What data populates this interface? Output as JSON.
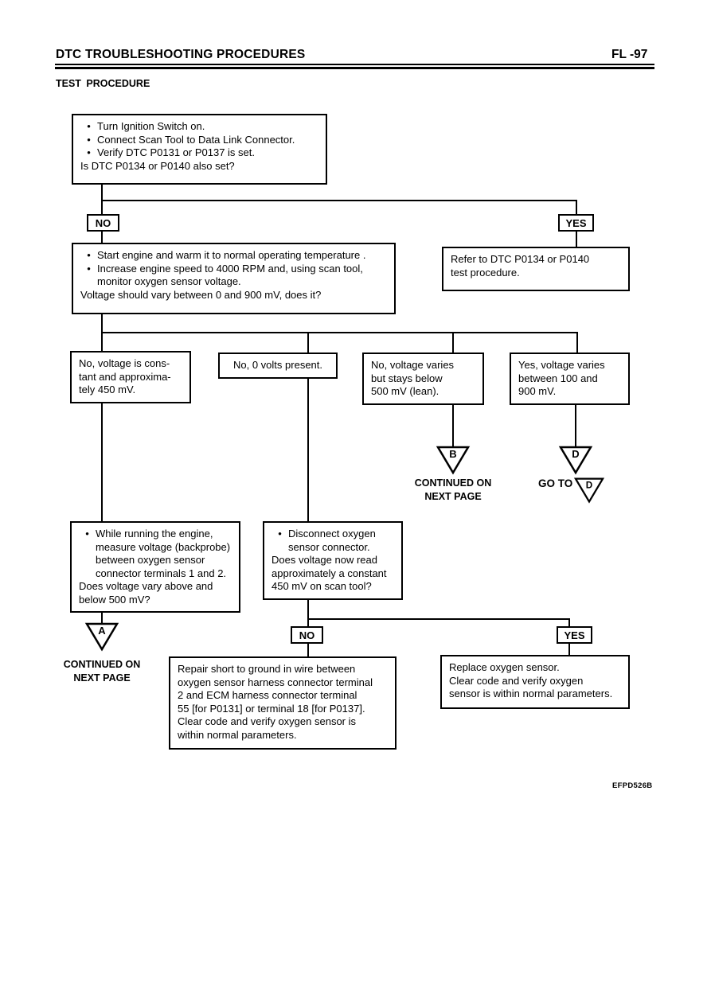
{
  "header": {
    "title": "DTC TROUBLESHOOTING PROCEDURES",
    "page_number": "FL -97",
    "section_title": "TEST PROCEDURE"
  },
  "glyphs": {
    "bullet": "•"
  },
  "colors": {
    "ink": "#000000",
    "paper": "#ffffff"
  },
  "flow": {
    "start": {
      "bullets": [
        "Turn Ignition Switch on.",
        "Connect Scan Tool to Data Link Connector.",
        "Verify DTC P0131 or P0137 is set."
      ],
      "question": "Is DTC P0134 or P0140 also set?"
    },
    "labels": {
      "no1": "NO",
      "yes1": "YES",
      "no2": "NO",
      "yes2": "YES"
    },
    "engine": {
      "bullets": [
        "Start engine and warm it to normal operating temperature .",
        "Increase engine speed to 4000 RPM and, using scan tool, monitor oxygen sensor voltage."
      ],
      "question": "Voltage should vary between 0 and 900 mV, does it?"
    },
    "refer": {
      "lines": [
        "Refer to DTC P0134 or P0140",
        "test procedure."
      ]
    },
    "result_constant": {
      "lines": [
        "No, voltage is cons-",
        "tant and approxima-",
        "tely 450 mV."
      ]
    },
    "result_zero": {
      "text": "No, 0 volts present."
    },
    "result_lean": {
      "lines": [
        "No, voltage varies",
        "but stays below",
        "500 mV (lean)."
      ]
    },
    "result_varies": {
      "lines": [
        "Yes, voltage varies",
        "between 100 and",
        "900 mV."
      ]
    },
    "backprobe": {
      "bullets": [
        "While running the engine, measure voltage (backprobe) between oxygen sensor connector terminals 1 and 2."
      ],
      "question": "Does voltage vary above and below 500 mV?"
    },
    "disconnect": {
      "bullets": [
        "Disconnect oxygen sensor connector."
      ],
      "question": "Does voltage now read approximately a constant 450 mV on scan tool?"
    },
    "repair": {
      "lines": [
        "Repair short to ground in wire between",
        "oxygen sensor harness connector terminal",
        "2 and ECM harness connector terminal",
        "55 [for P0131] or terminal 18 [for P0137].",
        "Clear code and verify oxygen sensor is",
        "within normal parameters."
      ]
    },
    "replace": {
      "lines": [
        "Replace oxygen sensor.",
        "Clear code and verify oxygen",
        "sensor is within normal parameters."
      ]
    },
    "connectors": {
      "a": {
        "letter": "A",
        "caption": [
          "CONTINUED ON",
          "NEXT PAGE"
        ]
      },
      "b": {
        "letter": "B",
        "caption": [
          "CONTINUED ON",
          "NEXT PAGE"
        ]
      },
      "d": {
        "letter": "D",
        "goto_text": "GO TO",
        "goto_letter": "D"
      }
    }
  },
  "footer": {
    "figure_code": "EFPD526B"
  }
}
